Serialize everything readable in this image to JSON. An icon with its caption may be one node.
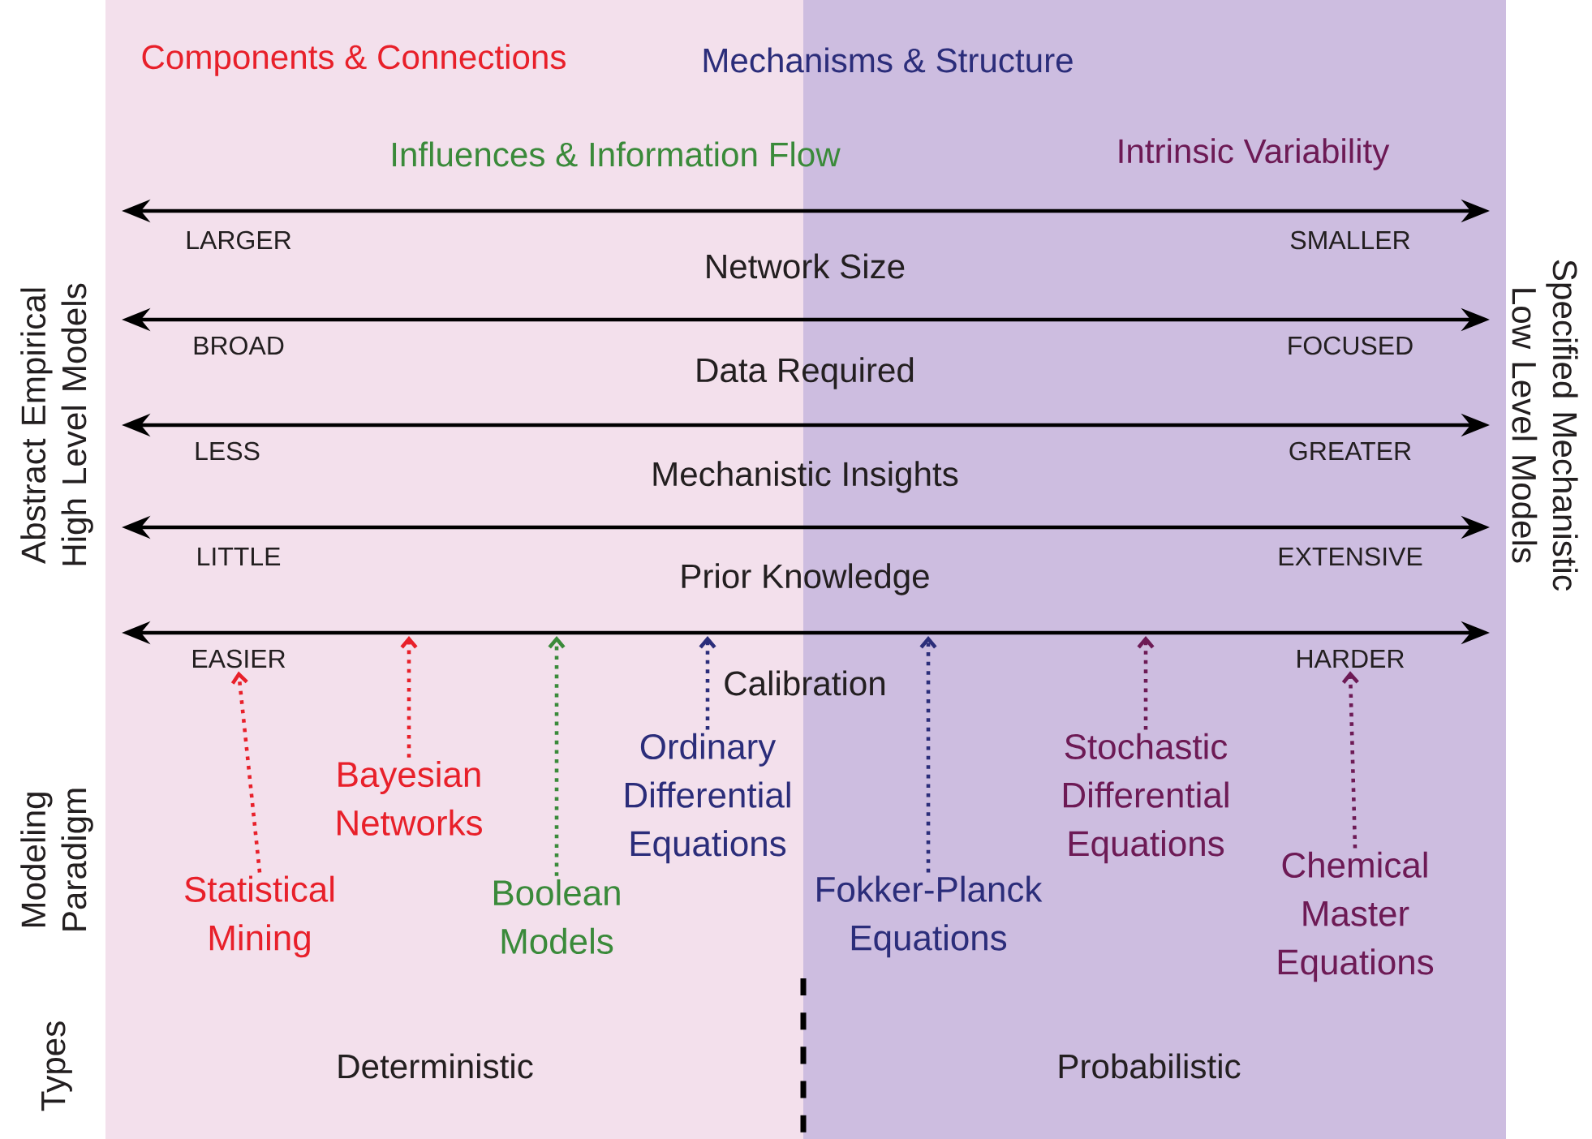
{
  "diagram": {
    "nodes": [
      {
        "text": [
          "Statistical Mining"
        ]
      },
      {
        "text": [
          "Bayesian Networks"
        ]
      },
      {
        "text": [
          "Boolean Models"
        ]
      },
      {
        "text": [
          "Ordinary Differential Equations"
        ]
      },
      {
        "text": [
          "Fokker-Planck Equations"
        ]
      },
      {
        "text": [
          "Stochastic Differential Equations"
        ]
      },
      {
        "text": [
          "Chemical Master Equations"
        ]
      },
      {
        "text": [
          "EASIER"
        ]
      },
      {
        "text": [
          "HARDER"
        ]
      }
    ],
    "edges": [
      {
        "from": 0,
        "to": 7,
        "arrow": "to",
        "color": "#e8202a"
      },
      {
        "from": 1,
        "to": null,
        "arrow": "to",
        "color": "#e8202a"
      },
      {
        "from": 2,
        "to": null,
        "arrow": "to",
        "color": "#3a8a3a"
      },
      {
        "from": 3,
        "to": null,
        "arrow": "to",
        "color": "#2b2d7a"
      },
      {
        "from": 4,
        "to": null,
        "arrow": "to",
        "color": "#2b2d7a"
      },
      {
        "from": 5,
        "to": null,
        "arrow": "to",
        "color": "#6d1a55"
      },
      {
        "from": 6,
        "to": 8,
        "arrow": "to",
        "color": "#6d1a55"
      }
    ],
    "labels": [
      "Components & Connections",
      "Mechanisms & Structure",
      "Influences & Information Flow",
      "Intrinsic Variability",
      "Abstract Empirical High Level Models",
      "Specified Mechanistic Low Level Models",
      "LARGER",
      "SMALLER",
      "Network Size",
      "BROAD",
      "FOCUSED",
      "Data Required",
      "LESS",
      "GREATER",
      "Mechanistic Insights",
      "LITTLE",
      "EXTENSIVE",
      "Prior Knowledge",
      "Calibration",
      "Modeling Paradigm",
      "Types",
      "Deterministic",
      "Probabilistic"
    ]
  }
}
